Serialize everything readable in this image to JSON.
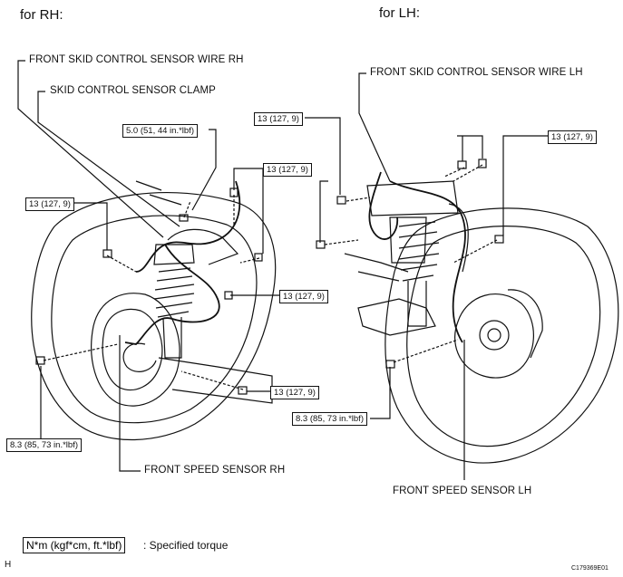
{
  "headers": {
    "rh": "for RH:",
    "lh": "for LH:"
  },
  "labels": {
    "wire_rh": "FRONT SKID CONTROL SENSOR WIRE RH",
    "clamp": "SKID CONTROL SENSOR CLAMP",
    "wire_lh": "FRONT SKID CONTROL SENSOR WIRE LH",
    "sensor_rh": "FRONT SPEED SENSOR RH",
    "sensor_lh": "FRONT SPEED SENSOR LH"
  },
  "torque": {
    "rh_clamp_bolt": "5.0 (51, 44 in.*lbf)",
    "rh_upper_bolt": "13 (127, 9)",
    "rh_left_bolt": "13 (127, 9)",
    "rh_mid_bolt": "13 (127, 9)",
    "rh_lower_bolt": "13 (127, 9)",
    "rh_sensor_bolt": "8.3 (85, 73 in.*lbf)",
    "lh_left_bolt": "13 (127, 9)",
    "lh_right_bolts": "13 (127, 9)",
    "lh_sensor_bolt": "8.3 (85, 73 in.*lbf)"
  },
  "legend": {
    "unit": "N*m (kgf*cm, ft.*lbf)",
    "text": ": Specified torque"
  },
  "footer": {
    "left": "H",
    "code": "C179369E01"
  },
  "colors": {
    "line": "#111111",
    "background": "#ffffff"
  }
}
